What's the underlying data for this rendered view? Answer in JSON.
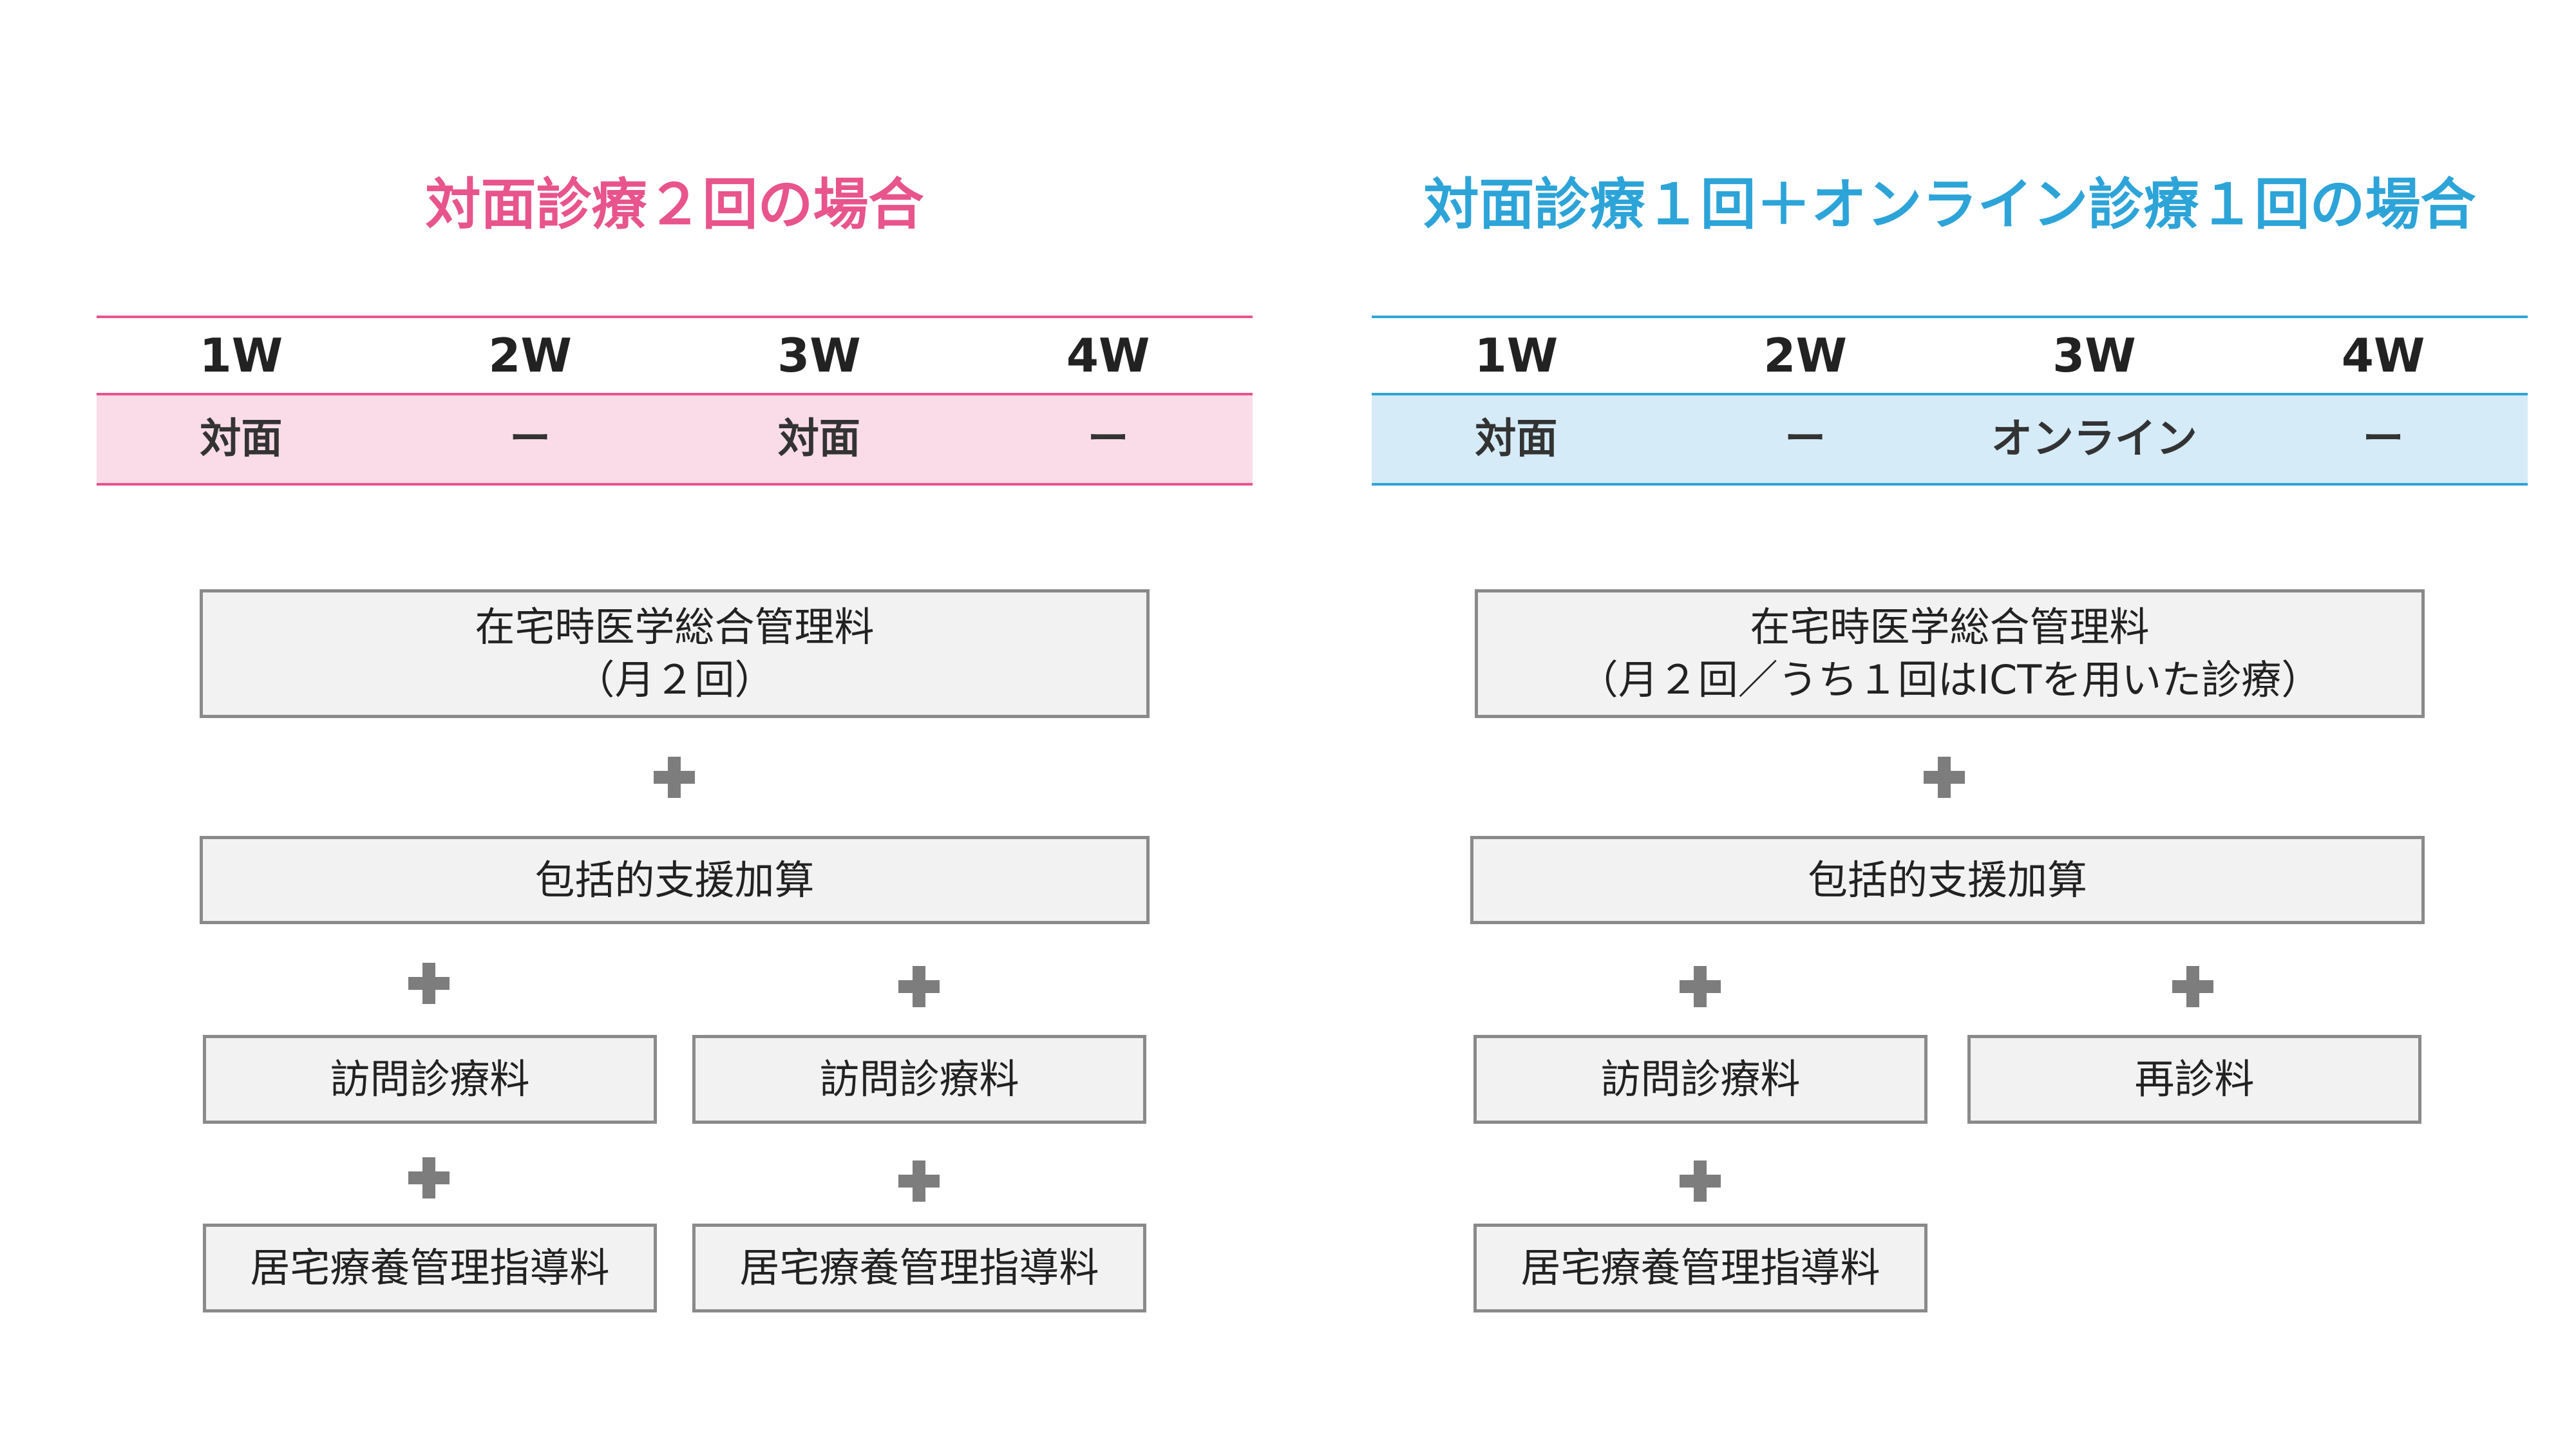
{
  "left": {
    "title": "対面診療２回の場合",
    "weeks": [
      "1W",
      "2W",
      "3W",
      "4W"
    ],
    "visits": [
      "対面",
      "ー",
      "対面",
      "ー"
    ],
    "main_box": {
      "line1": "在宅時医学総合管理料",
      "line2": "（月２回）"
    },
    "support_box": "包括的支援加算",
    "col1": {
      "visit_box": "訪問診療料",
      "guidance_box": "居宅療養管理指導料"
    },
    "col2": {
      "visit_box": "訪問診療料",
      "guidance_box": "居宅療養管理指導料"
    }
  },
  "right": {
    "title": "対面診療１回＋オンライン診療１回の場合",
    "weeks": [
      "1W",
      "2W",
      "3W",
      "4W"
    ],
    "visits": [
      "対面",
      "ー",
      "オンライン",
      "ー"
    ],
    "main_box": {
      "line1": "在宅時医学総合管理料",
      "line2": "（月２回／うち１回はICTを用いた診療）"
    },
    "support_box": "包括的支援加算",
    "col1": {
      "visit_box": "訪問診療料",
      "guidance_box": "居宅療養管理指導料"
    },
    "col2": {
      "revisit_box": "再診料"
    }
  },
  "colors": {
    "left_accent": "#e8548c",
    "right_accent": "#2da4d8",
    "box_border": "#8a8a8a",
    "plus_icon": "#7d7d7d"
  }
}
